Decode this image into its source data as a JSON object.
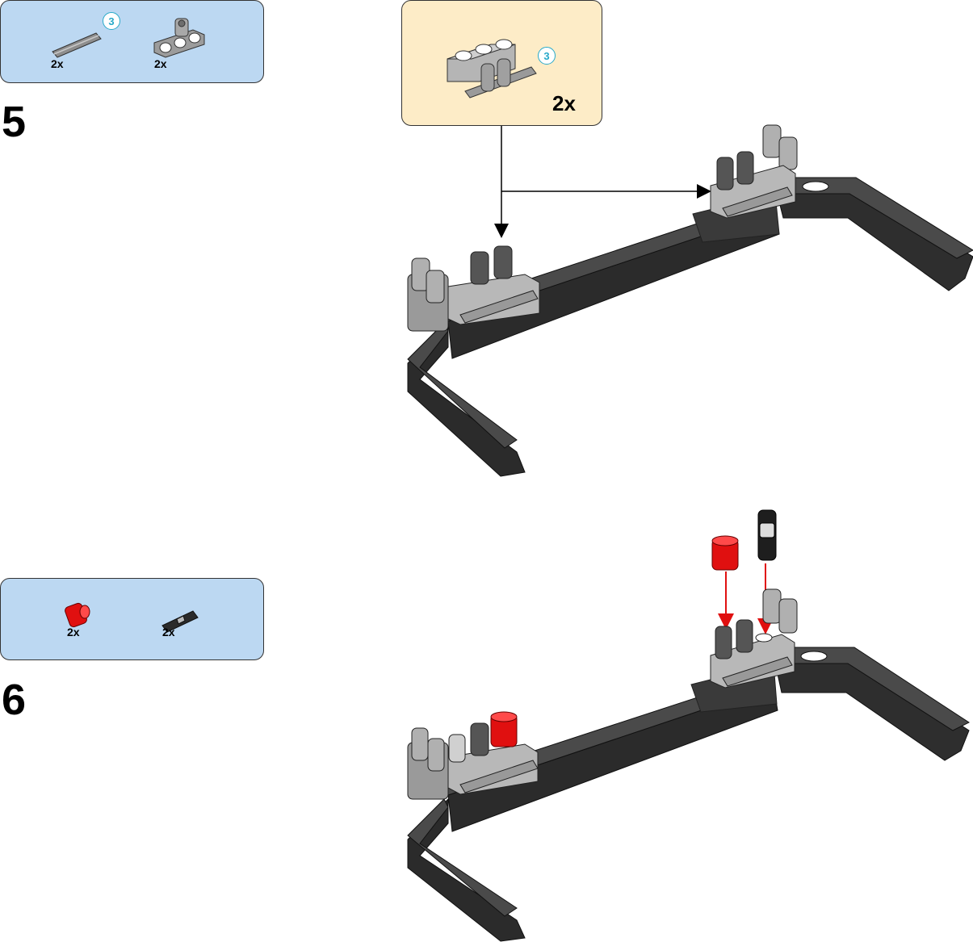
{
  "step5": {
    "number": "5",
    "parts": [
      {
        "icon": "axle-3-icon",
        "qty": "2x",
        "badge": "3"
      },
      {
        "icon": "pin-connector-icon",
        "qty": "2x"
      }
    ],
    "subassembly": {
      "icon": "perpendicular-connector-with-axles-icon",
      "qty": "2x",
      "badge": "3"
    }
  },
  "step6": {
    "number": "6",
    "parts": [
      {
        "icon": "red-bush-icon",
        "qty": "2x"
      },
      {
        "icon": "black-axle-pin-icon",
        "qty": "2x"
      }
    ]
  },
  "colors": {
    "parts_box": "#bcd8f2",
    "subassembly_box": "#fdecc7",
    "beam": "#2b2b2b",
    "connector": "#a9a9a9",
    "accent_red": "#e01010",
    "badge": "#27a9c9"
  }
}
